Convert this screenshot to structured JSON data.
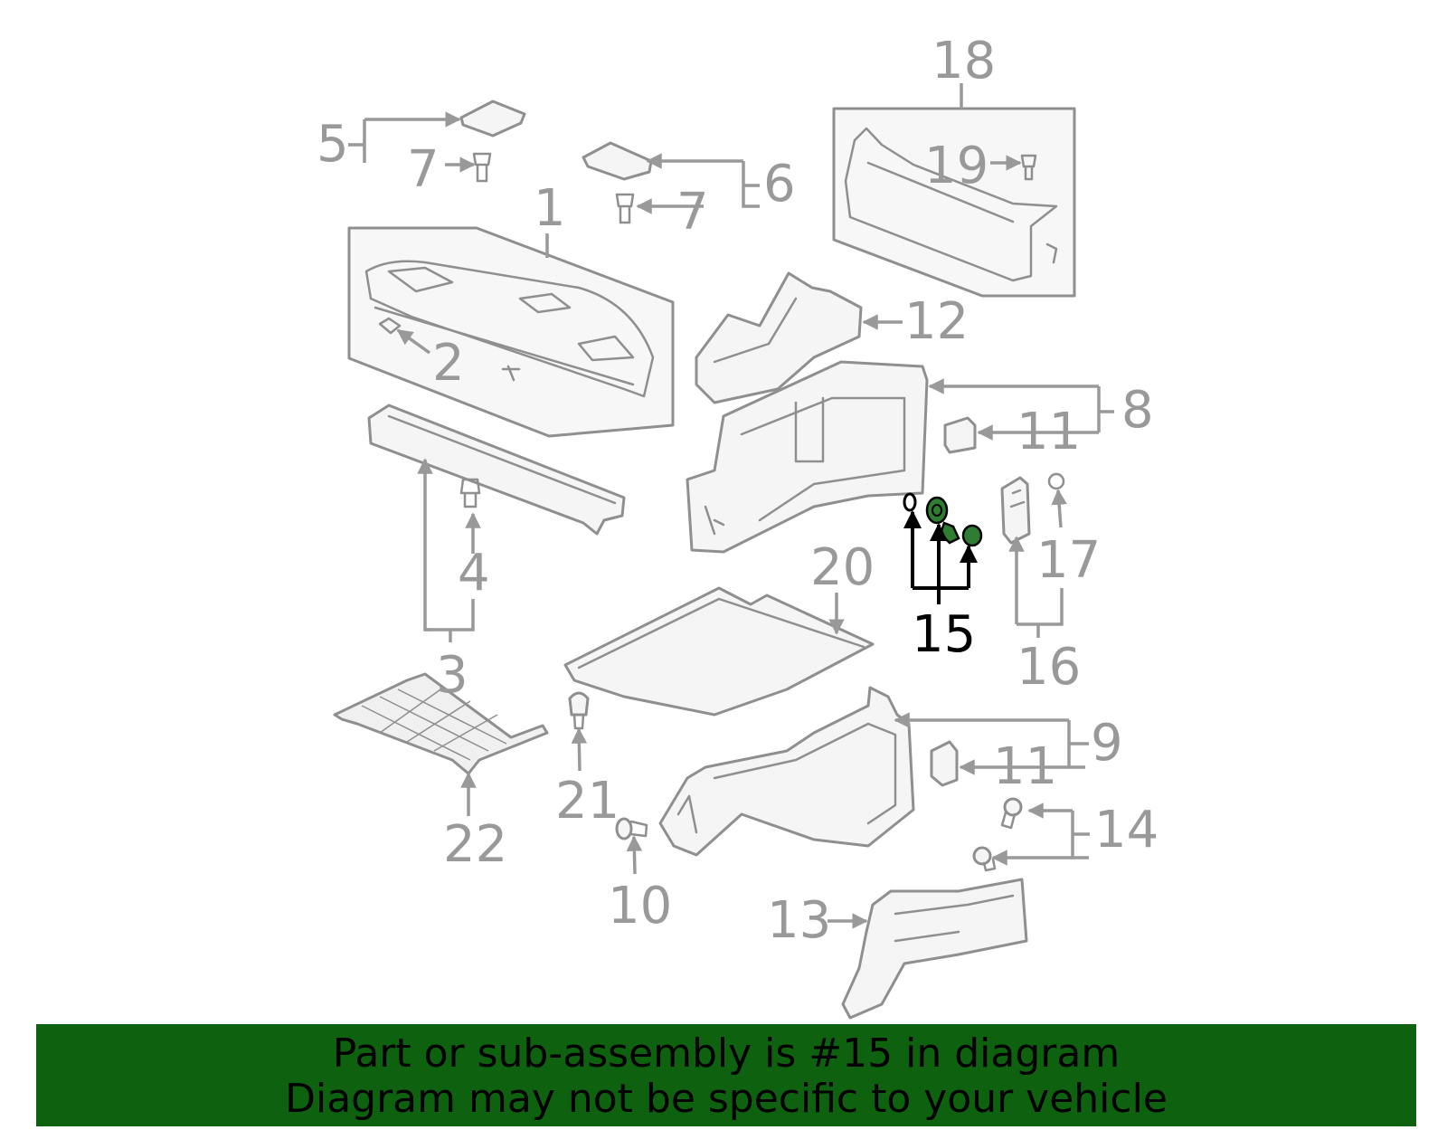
{
  "diagram": {
    "highlighted_part": "15",
    "callouts": {
      "p1": "1",
      "p2": "2",
      "p3": "3",
      "p4": "4",
      "p5": "5",
      "p6": "6",
      "p7a": "7",
      "p7b": "7",
      "p8": "8",
      "p9": "9",
      "p10": "10",
      "p11a": "11",
      "p11b": "11",
      "p12": "12",
      "p13": "13",
      "p14": "14",
      "p15": "15",
      "p16": "16",
      "p17": "17",
      "p18": "18",
      "p19": "19",
      "p20": "20",
      "p21": "21",
      "p22": "22"
    }
  },
  "banner": {
    "line1": "Part or sub-assembly is #15 in diagram",
    "line2": "Diagram may not be specific to your vehicle"
  },
  "colors": {
    "banner_bg": "#0e610e",
    "highlight": "#2e7d32",
    "callout_gray": "#999999"
  }
}
